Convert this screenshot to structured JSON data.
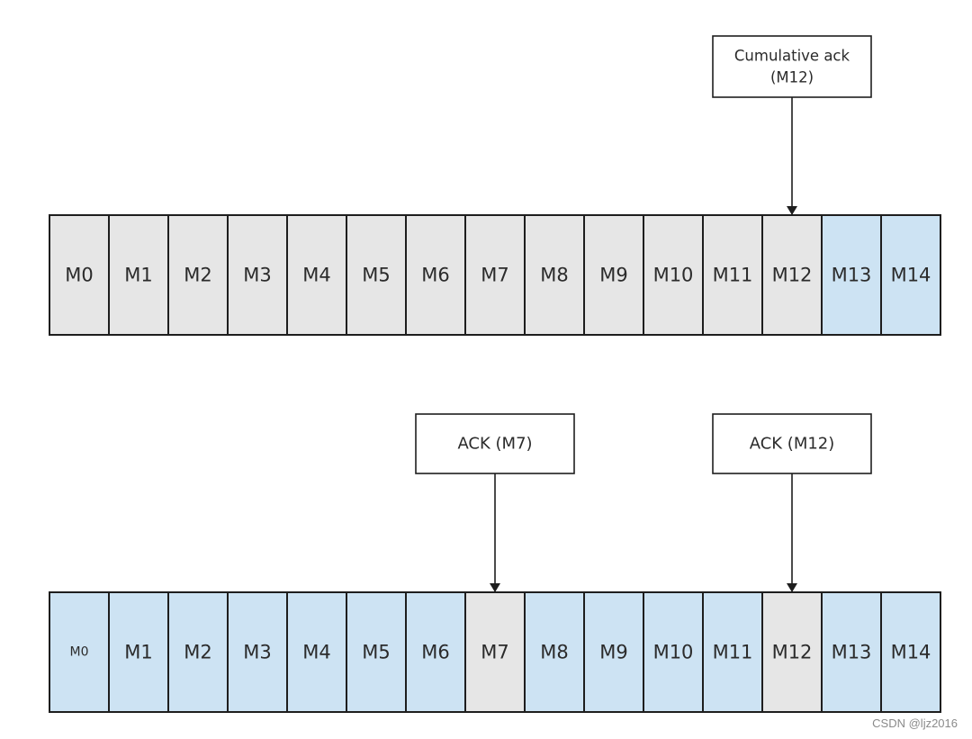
{
  "colors": {
    "pending": "#e6e6e6",
    "acked": "#cde3f3",
    "stroke": "#1e1e1e",
    "text": "#2b2b2b"
  },
  "top_row": {
    "cells": [
      {
        "label": "M0",
        "state": "pending"
      },
      {
        "label": "M1",
        "state": "pending"
      },
      {
        "label": "M2",
        "state": "pending"
      },
      {
        "label": "M3",
        "state": "pending"
      },
      {
        "label": "M4",
        "state": "pending"
      },
      {
        "label": "M5",
        "state": "pending"
      },
      {
        "label": "M6",
        "state": "pending"
      },
      {
        "label": "M7",
        "state": "pending"
      },
      {
        "label": "M8",
        "state": "pending"
      },
      {
        "label": "M9",
        "state": "pending"
      },
      {
        "label": "M10",
        "state": "pending"
      },
      {
        "label": "M11",
        "state": "pending"
      },
      {
        "label": "M12",
        "state": "pending"
      },
      {
        "label": "M13",
        "state": "acked"
      },
      {
        "label": "M14",
        "state": "acked"
      }
    ],
    "callouts": [
      {
        "lines": [
          "Cumulative ack",
          "(M12)"
        ],
        "target": 12
      }
    ]
  },
  "bottom_row": {
    "cells": [
      {
        "label": "M0",
        "state": "acked",
        "small": true
      },
      {
        "label": "M1",
        "state": "acked"
      },
      {
        "label": "M2",
        "state": "acked"
      },
      {
        "label": "M3",
        "state": "acked"
      },
      {
        "label": "M4",
        "state": "acked"
      },
      {
        "label": "M5",
        "state": "acked"
      },
      {
        "label": "M6",
        "state": "acked"
      },
      {
        "label": "M7",
        "state": "pending"
      },
      {
        "label": "M8",
        "state": "acked"
      },
      {
        "label": "M9",
        "state": "acked"
      },
      {
        "label": "M10",
        "state": "acked"
      },
      {
        "label": "M11",
        "state": "acked"
      },
      {
        "label": "M12",
        "state": "pending"
      },
      {
        "label": "M13",
        "state": "acked"
      },
      {
        "label": "M14",
        "state": "acked"
      }
    ],
    "callouts": [
      {
        "lines": [
          "ACK (M7)"
        ],
        "target": 7
      },
      {
        "lines": [
          "ACK (M12)"
        ],
        "target": 12
      }
    ]
  },
  "watermark": "CSDN @ljz2016"
}
